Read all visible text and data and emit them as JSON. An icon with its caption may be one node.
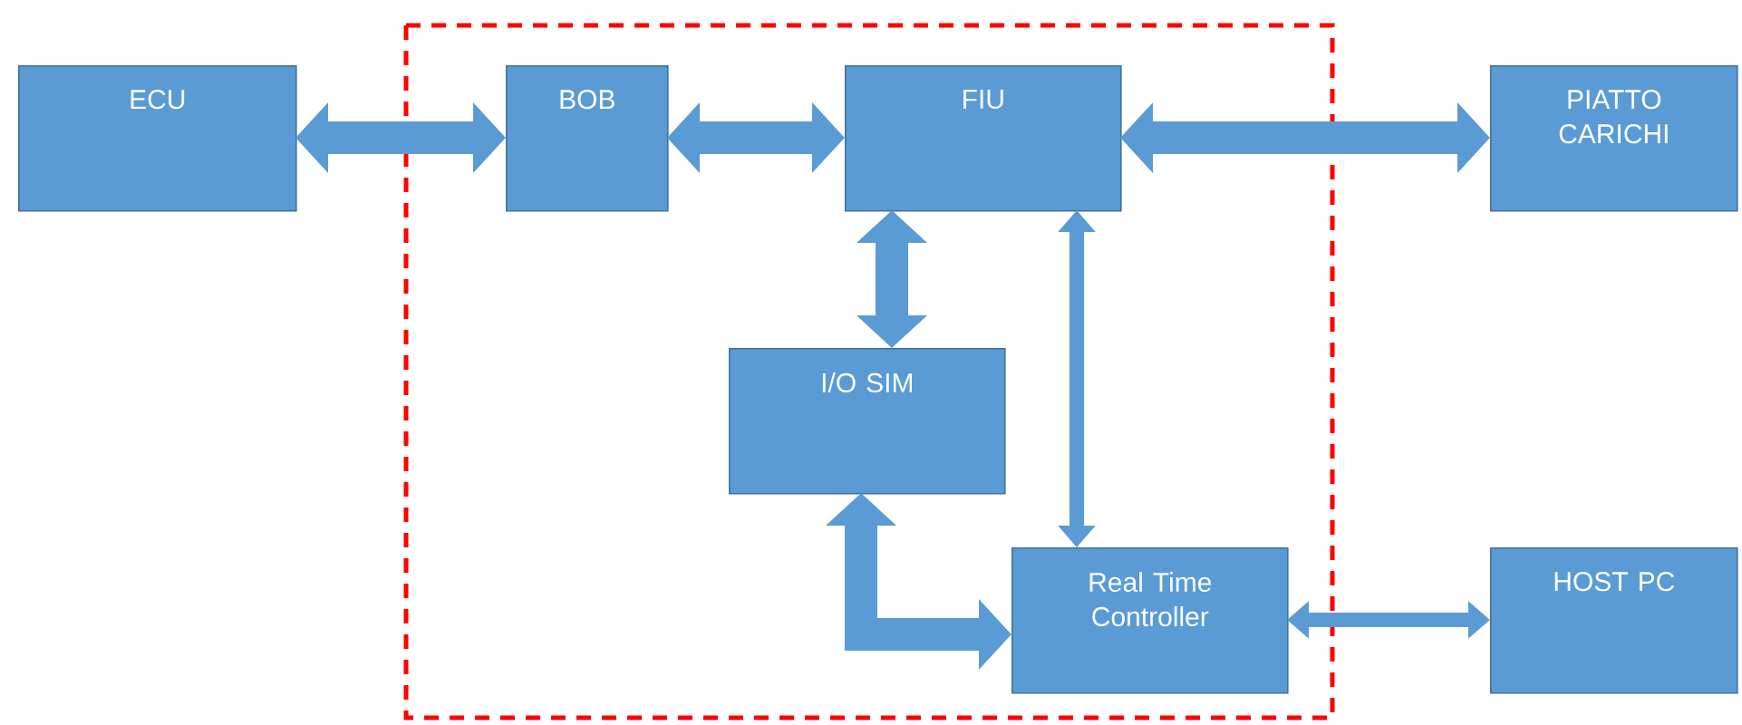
{
  "diagram": {
    "nodes": [
      {
        "text": [
          "ECU"
        ]
      },
      {
        "text": [
          "BOB"
        ]
      },
      {
        "text": [
          "FIU"
        ]
      },
      {
        "text": [
          "PIATTO CARICHI"
        ]
      },
      {
        "text": [
          "I/O SIM"
        ]
      },
      {
        "text": [
          "Real Time Controller"
        ]
      },
      {
        "text": [
          "HOST PC"
        ]
      }
    ],
    "edges": [
      {
        "from": 0,
        "to": 1,
        "arrow": "both"
      },
      {
        "from": 1,
        "to": 2,
        "arrow": "both"
      },
      {
        "from": 2,
        "to": 3,
        "arrow": "both"
      },
      {
        "from": 2,
        "to": 4,
        "arrow": "both"
      },
      {
        "from": 2,
        "to": 5,
        "arrow": "both"
      },
      {
        "from": 4,
        "to": 5,
        "arrow": "both"
      },
      {
        "from": 5,
        "to": 6,
        "arrow": "both"
      }
    ]
  }
}
